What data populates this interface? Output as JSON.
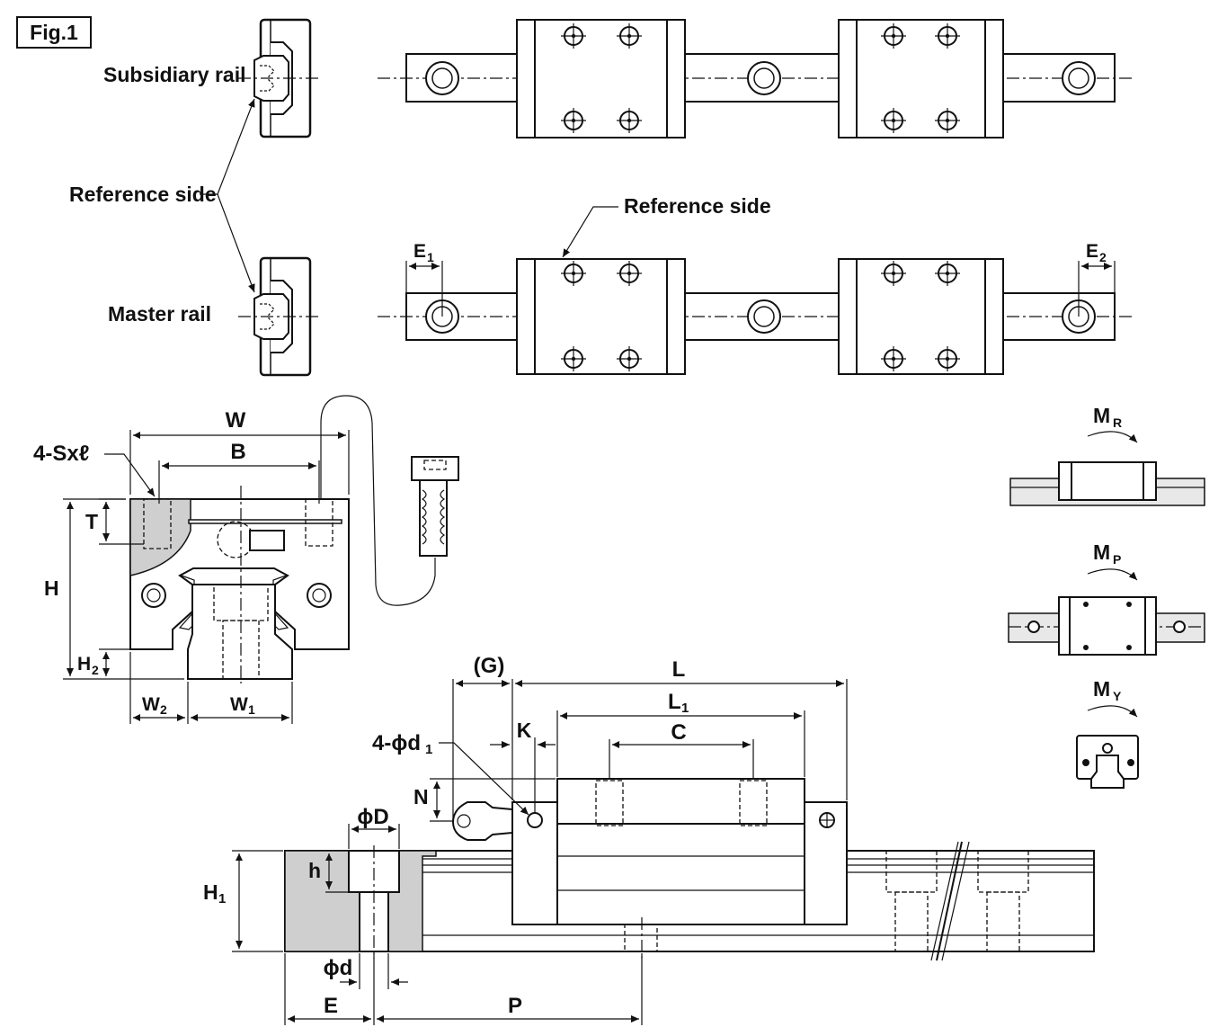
{
  "figure": {
    "title": "Fig.1"
  },
  "labels": {
    "subsidiary_rail": "Subsidiary rail",
    "reference_side_left": "Reference side",
    "master_rail": "Master rail",
    "reference_side_top": "Reference side",
    "e1": "E",
    "e1_sub": "1",
    "e2": "E",
    "e2_sub": "2"
  },
  "dimensions": {
    "w": "W",
    "b": "B",
    "s_l": "4-Sxℓ",
    "t": "T",
    "h": "H",
    "h2": "H",
    "h2_sub": "2",
    "w2": "W",
    "w2_sub": "2",
    "w1": "W",
    "w1_sub": "1",
    "g": "(G)",
    "l": "L",
    "l1": "L",
    "l1_sub": "1",
    "k": "K",
    "c": "C",
    "d1": "4-ϕd",
    "d1_sub": "1",
    "n": "N",
    "big_d": "ϕD",
    "small_h": "h",
    "h1": "H",
    "h1_sub": "1",
    "small_d": "ϕd",
    "e": "E",
    "p": "P"
  },
  "moments": {
    "mr": "M",
    "mr_sub": "R",
    "mp": "M",
    "mp_sub": "P",
    "my": "M",
    "my_sub": "Y"
  }
}
